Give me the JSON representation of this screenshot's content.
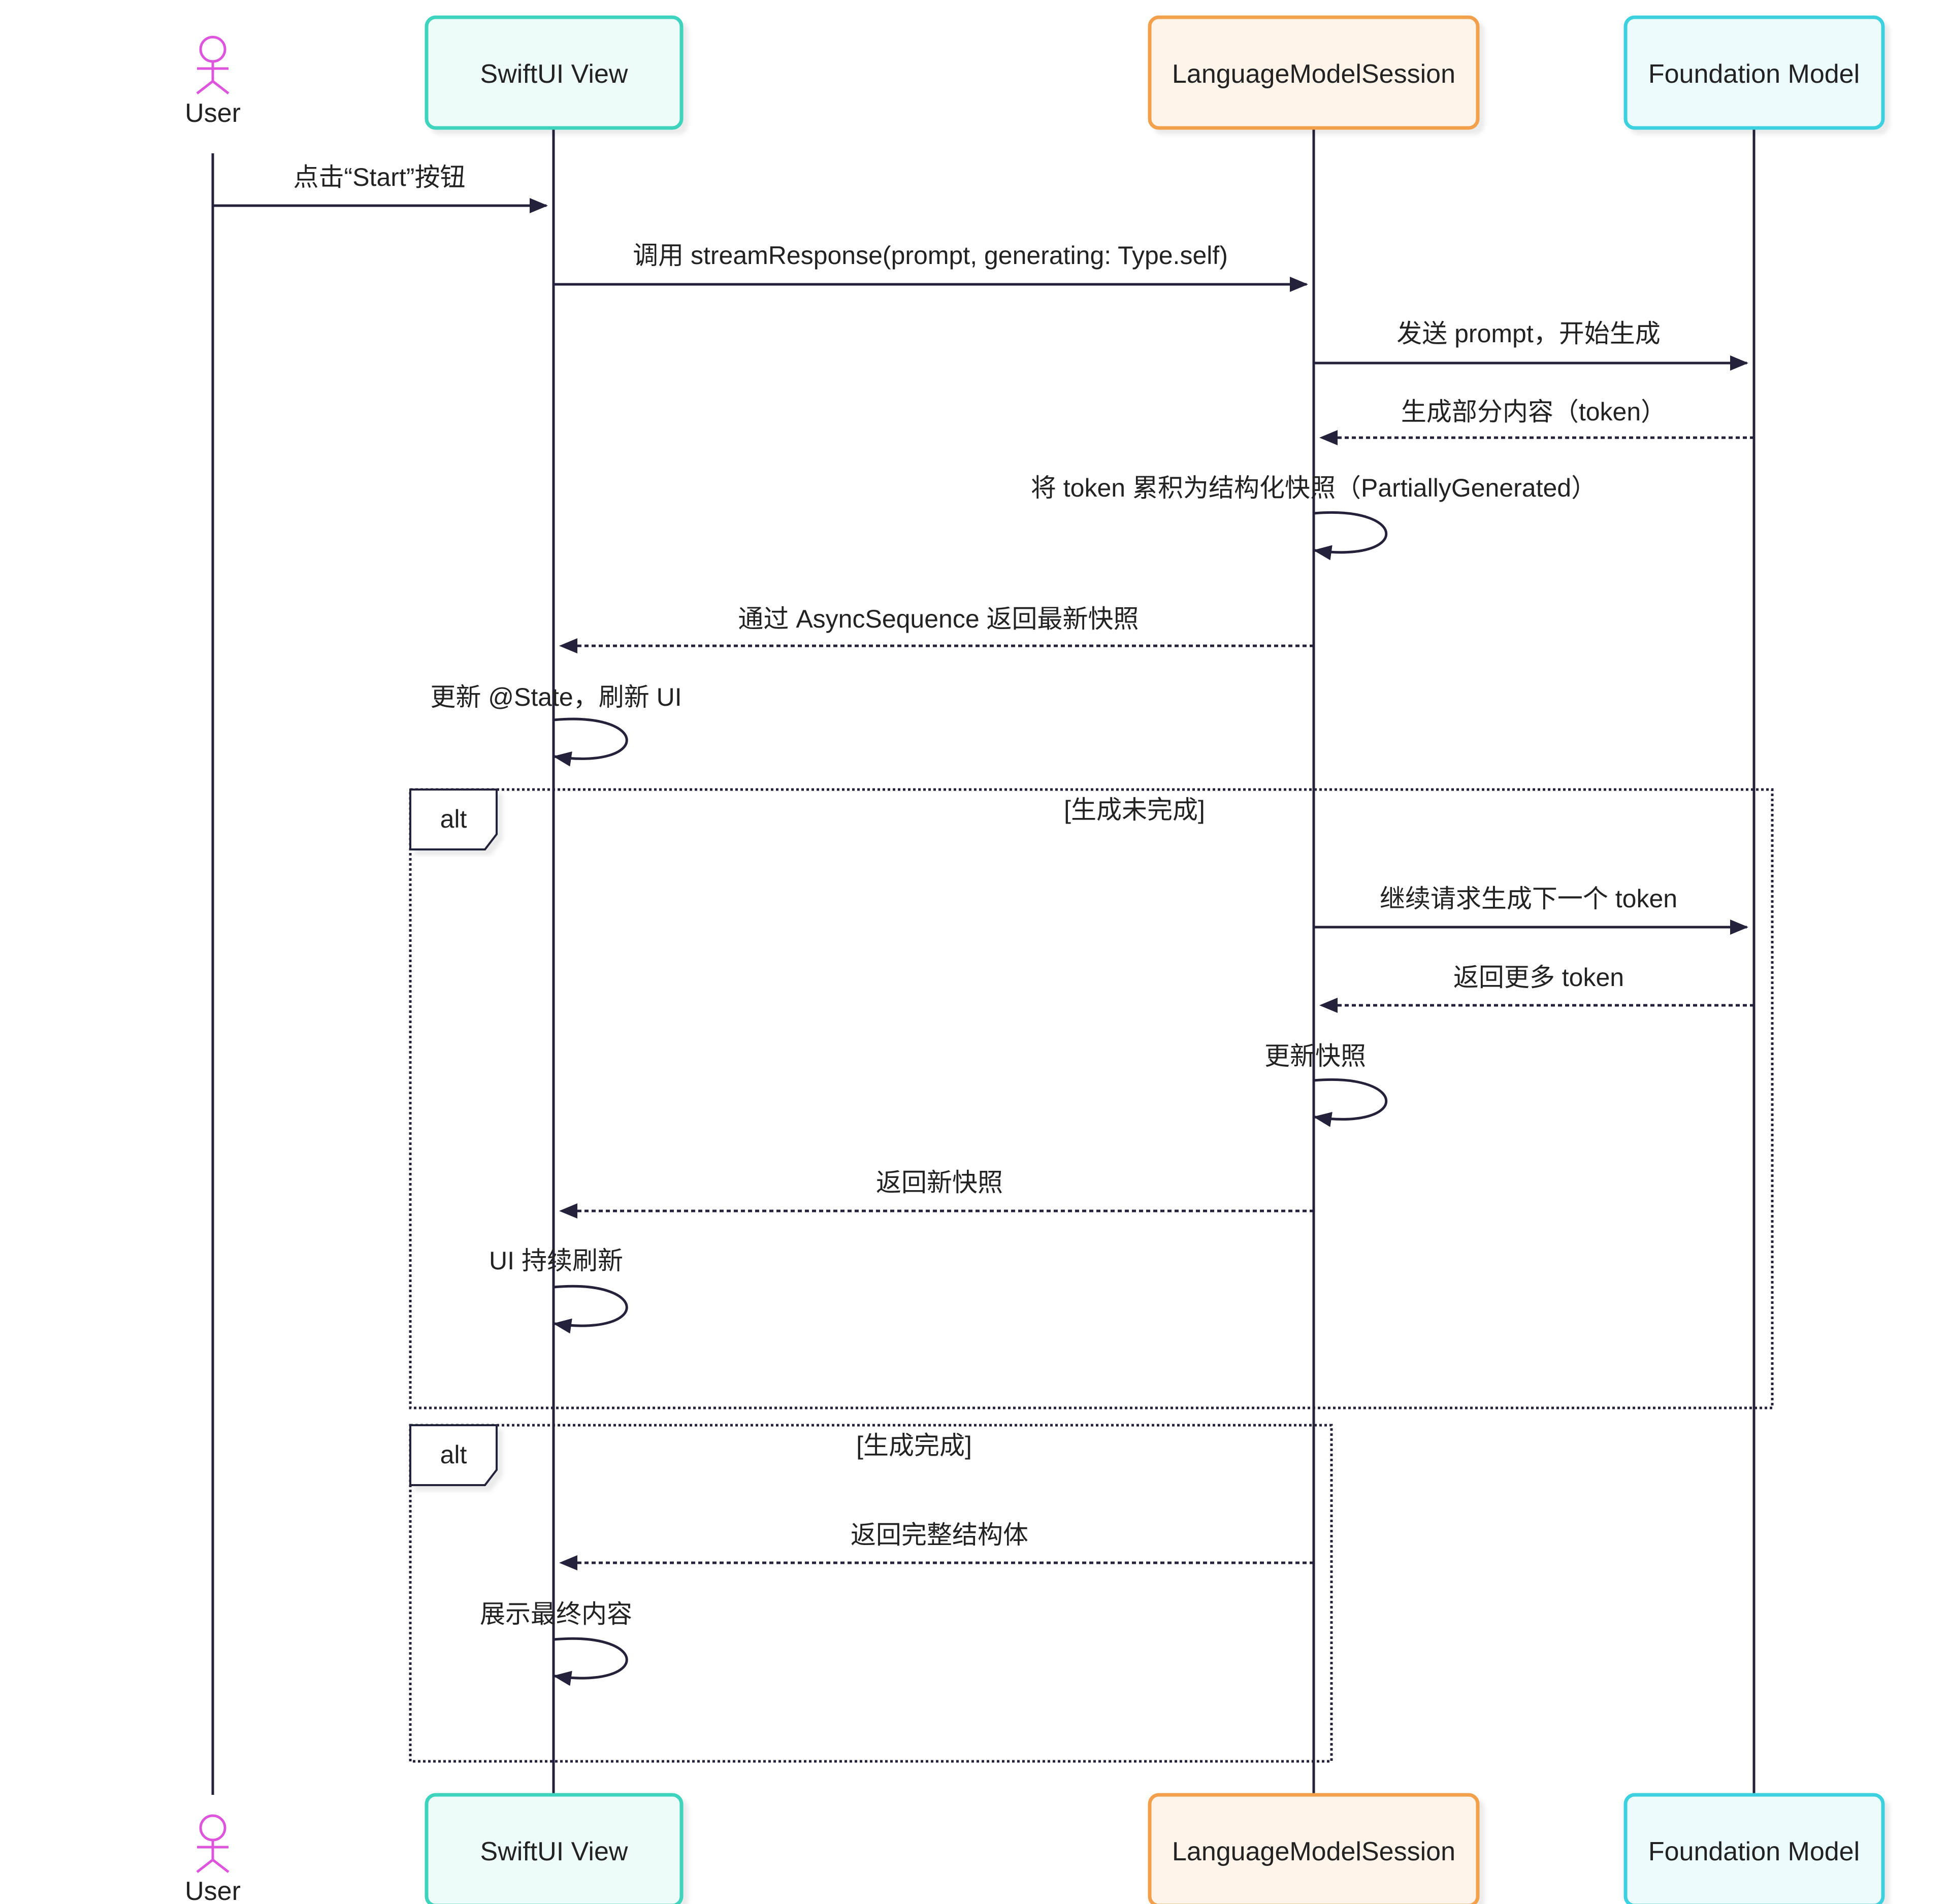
{
  "colors": {
    "line": "#24213a",
    "actor": "#dd55dd",
    "swiftui_fill": "#edfcf8",
    "swiftui_stroke": "#3cd3bd",
    "session_fill": "#fff4ea",
    "session_stroke": "#f3a04e",
    "model_fill": "#ecfcfd",
    "model_stroke": "#3cd0df"
  },
  "participants": [
    {
      "id": "user",
      "label": "User",
      "kind": "actor"
    },
    {
      "id": "swiftui",
      "label": "SwiftUI View",
      "kind": "box",
      "style": "swiftui"
    },
    {
      "id": "session",
      "label": "LanguageModelSession",
      "kind": "box",
      "style": "session"
    },
    {
      "id": "model",
      "label": "Foundation Model",
      "kind": "box",
      "style": "model"
    }
  ],
  "messages": [
    {
      "from": "user",
      "to": "swiftui",
      "text": "点击“Start”按钮",
      "style": "solid"
    },
    {
      "from": "swiftui",
      "to": "session",
      "text": "调用 streamResponse(prompt, generating: Type.self)",
      "style": "solid"
    },
    {
      "from": "session",
      "to": "model",
      "text": "发送 prompt，开始生成",
      "style": "solid"
    },
    {
      "from": "model",
      "to": "session",
      "text": "生成部分内容（token）",
      "style": "dashed"
    },
    {
      "from": "session",
      "to": "session",
      "text": "将 token 累积为结构化快照（PartiallyGenerated）",
      "style": "self"
    },
    {
      "from": "session",
      "to": "swiftui",
      "text": "通过 AsyncSequence 返回最新快照",
      "style": "dashed"
    },
    {
      "from": "swiftui",
      "to": "swiftui",
      "text": "更新 @State，刷新 UI",
      "style": "self"
    },
    {
      "from": "session",
      "to": "model",
      "text": "继续请求生成下一个 token",
      "style": "solid"
    },
    {
      "from": "model",
      "to": "session",
      "text": "返回更多 token",
      "style": "dashed"
    },
    {
      "from": "session",
      "to": "session",
      "text": "更新快照",
      "style": "self"
    },
    {
      "from": "session",
      "to": "swiftui",
      "text": "返回新快照",
      "style": "dashed"
    },
    {
      "from": "swiftui",
      "to": "swiftui",
      "text": "UI 持续刷新",
      "style": "self"
    },
    {
      "from": "session",
      "to": "swiftui",
      "text": "返回完整结构体",
      "style": "dashed"
    },
    {
      "from": "swiftui",
      "to": "swiftui",
      "text": "展示最终内容",
      "style": "self"
    }
  ],
  "fragments": [
    {
      "kind": "alt",
      "guard": "[生成未完成]"
    },
    {
      "kind": "alt",
      "guard": "[生成完成]"
    }
  ]
}
